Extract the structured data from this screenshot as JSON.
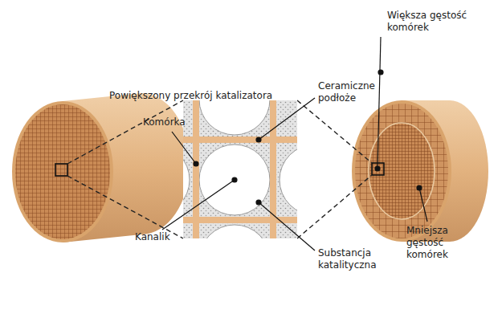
{
  "diagram": {
    "labels": [
      "Powiększony przekrój katalizatora",
      "Ceramiczne podłoże",
      "Komórka",
      "Kanalik",
      "Substancja katalityczna",
      "Większa gęstość komórek",
      "Mniejsza gęstość komórek"
    ]
  }
}
